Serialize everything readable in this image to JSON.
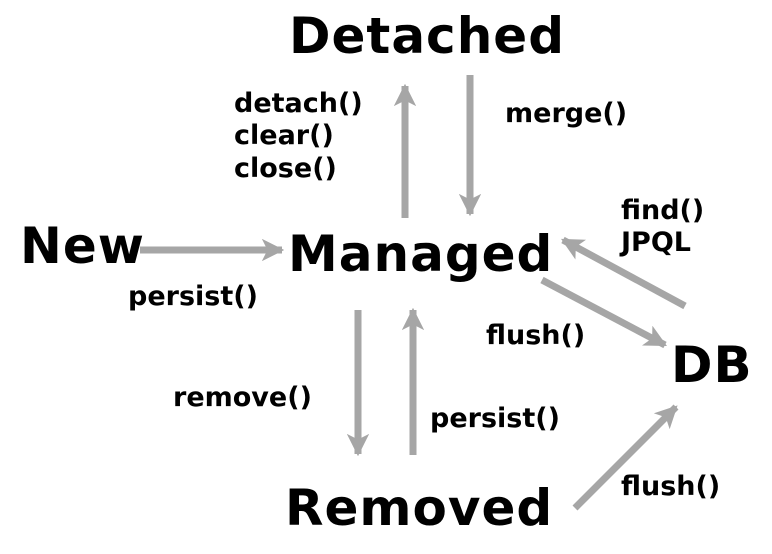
{
  "nodes": {
    "detached": "Detached",
    "new": "New",
    "managed": "Managed",
    "db": "DB",
    "removed": "Removed"
  },
  "transitions": {
    "detach": [
      "detach()",
      "clear()",
      "close()"
    ],
    "merge": "merge()",
    "persist_new": "persist()",
    "find": [
      "find()",
      "JPQL"
    ],
    "flush_managed": "flush()",
    "remove": "remove()",
    "persist_removed": "persist()",
    "flush_removed": "flush()"
  },
  "colors": {
    "arrow": "#a6a6a6",
    "text": "#000000",
    "background": "#ffffff"
  }
}
